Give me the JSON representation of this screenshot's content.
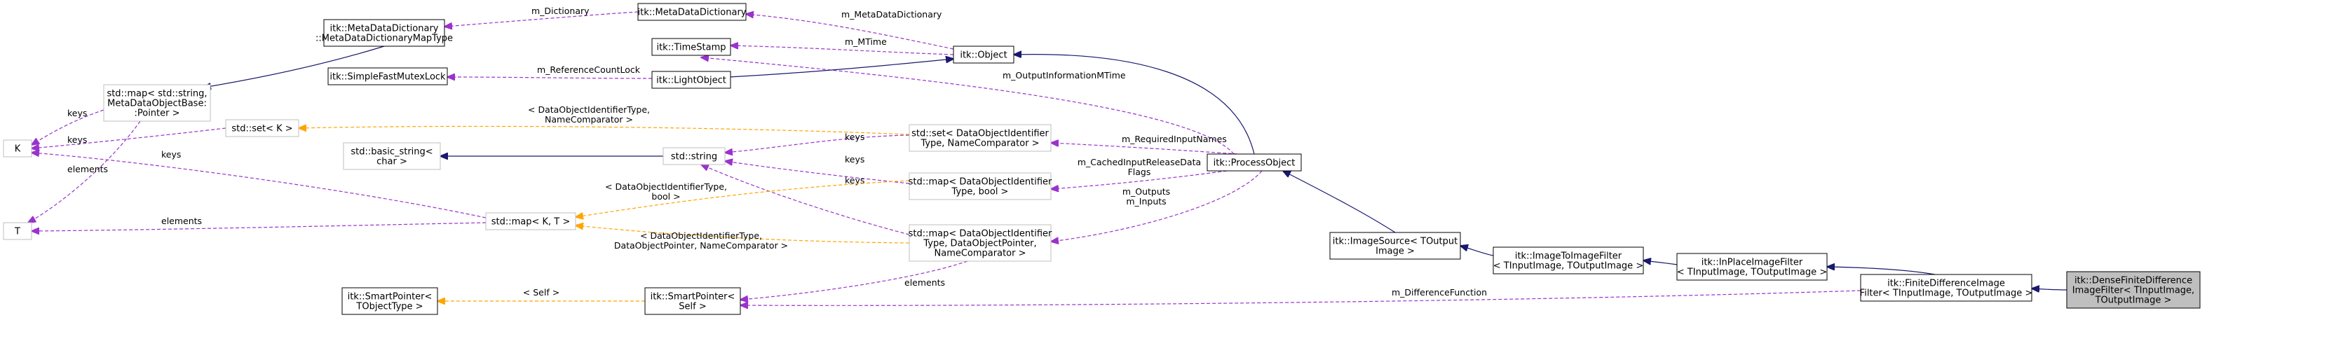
{
  "colors": {
    "node_border_strong": "#000000",
    "node_border_light": "#bfbfbf",
    "selected_fill": "#bfbfbf",
    "inherit": "#191970",
    "usage": "#9a32cd",
    "template": "#ffa500",
    "text": "#000000"
  },
  "nodes": [
    {
      "id": "MetaDataDictionary",
      "lines": [
        "itk::MetaDataDictionary"
      ]
    },
    {
      "id": "MetaDataDictionaryMapType",
      "lines": [
        "itk::MetaDataDictionary",
        "::MetaDataDictionaryMapType"
      ]
    },
    {
      "id": "TimeStamp",
      "lines": [
        "itk::TimeStamp"
      ]
    },
    {
      "id": "Object",
      "lines": [
        "itk::Object"
      ]
    },
    {
      "id": "SimpleFastMutexLock",
      "lines": [
        "itk::SimpleFastMutexLock"
      ]
    },
    {
      "id": "LightObject",
      "lines": [
        "itk::LightObject"
      ]
    },
    {
      "id": "StdMapMeta",
      "lines": [
        "std::map< std::string,",
        "MetaDataObjectBase:",
        ":Pointer >"
      ]
    },
    {
      "id": "K",
      "lines": [
        "K"
      ]
    },
    {
      "id": "StdSetK",
      "lines": [
        "std::set< K >"
      ]
    },
    {
      "id": "StdSetDOI",
      "lines": [
        "std::set< DataObjectIdentifier",
        "Type, NameComparator >"
      ]
    },
    {
      "id": "BasicString",
      "lines": [
        "std::basic_string<",
        "char >"
      ]
    },
    {
      "id": "StdString",
      "lines": [
        "std::string"
      ]
    },
    {
      "id": "ProcessObject",
      "lines": [
        "itk::ProcessObject"
      ]
    },
    {
      "id": "StdMapDOIBool",
      "lines": [
        "std::map< DataObjectIdentifier",
        "Type, bool >"
      ]
    },
    {
      "id": "T",
      "lines": [
        "T"
      ]
    },
    {
      "id": "StdMapKT",
      "lines": [
        "std::map< K, T >"
      ]
    },
    {
      "id": "StdMapDOIPtr",
      "lines": [
        "std::map< DataObjectIdentifier",
        "Type, DataObjectPointer,",
        "NameComparator >"
      ]
    },
    {
      "id": "ImageSource",
      "lines": [
        "itk::ImageSource< TOutput",
        "Image >"
      ]
    },
    {
      "id": "ImageToImageFilter",
      "lines": [
        "itk::ImageToImageFilter",
        "< TInputImage, TOutputImage >"
      ]
    },
    {
      "id": "InPlaceImageFilter",
      "lines": [
        "itk::InPlaceImageFilter",
        "< TInputImage, TOutputImage >"
      ]
    },
    {
      "id": "SmartPointerTObject",
      "lines": [
        "itk::SmartPointer<",
        "TObjectType >"
      ]
    },
    {
      "id": "SmartPointerSelf",
      "lines": [
        "itk::SmartPointer<",
        "Self >"
      ]
    },
    {
      "id": "FiniteDifferenceImageFilter",
      "lines": [
        "itk::FiniteDifferenceImage",
        "Filter< TInputImage, TOutputImage >"
      ]
    },
    {
      "id": "DenseFiniteDifferenceImageFilter",
      "lines": [
        "itk::DenseFiniteDifference",
        "ImageFilter< TInputImage,",
        "TOutputImage >"
      ],
      "selected": true
    }
  ],
  "edges": [
    {
      "kind": "usage",
      "label": [
        "m_Dictionary"
      ]
    },
    {
      "kind": "usage",
      "label": [
        "m_MetaDataDictionary"
      ]
    },
    {
      "kind": "usage",
      "label": [
        "m_MTime"
      ]
    },
    {
      "kind": "usage",
      "label": [
        "m_ReferenceCountLock"
      ]
    },
    {
      "kind": "usage",
      "label": [
        "m_OutputInformationMTime"
      ]
    },
    {
      "kind": "usage",
      "label": [
        "keys"
      ]
    },
    {
      "kind": "usage",
      "label": [
        "keys"
      ]
    },
    {
      "kind": "usage",
      "label": [
        "elements"
      ]
    },
    {
      "kind": "usage",
      "label": [
        "keys"
      ]
    },
    {
      "kind": "usage",
      "label": [
        "elements"
      ]
    },
    {
      "kind": "usage",
      "label": [
        "keys"
      ]
    },
    {
      "kind": "usage",
      "label": [
        "keys"
      ]
    },
    {
      "kind": "usage",
      "label": [
        "keys"
      ]
    },
    {
      "kind": "usage",
      "label": [
        "m_RequiredInputNames"
      ]
    },
    {
      "kind": "usage",
      "label": [
        "m_CachedInputReleaseData",
        "Flags"
      ]
    },
    {
      "kind": "usage",
      "label": [
        "m_Outputs",
        "m_Inputs"
      ]
    },
    {
      "kind": "usage",
      "label": [
        "elements"
      ]
    },
    {
      "kind": "usage",
      "label": [
        "m_DifferenceFunction"
      ]
    },
    {
      "kind": "template",
      "label": [
        "< DataObjectIdentifierType,",
        "NameComparator >"
      ]
    },
    {
      "kind": "template",
      "label": [
        "< DataObjectIdentifierType,",
        "bool >"
      ]
    },
    {
      "kind": "template",
      "label": [
        "< DataObjectIdentifierType,",
        "DataObjectPointer, NameComparator >"
      ]
    },
    {
      "kind": "template",
      "label": [
        "< Self >"
      ]
    },
    {
      "kind": "inherit",
      "label": []
    },
    {
      "kind": "inherit",
      "label": []
    },
    {
      "kind": "inherit",
      "label": []
    },
    {
      "kind": "inherit",
      "label": []
    },
    {
      "kind": "inherit",
      "label": []
    },
    {
      "kind": "inherit",
      "label": []
    },
    {
      "kind": "inherit",
      "label": []
    },
    {
      "kind": "inherit",
      "label": []
    }
  ]
}
